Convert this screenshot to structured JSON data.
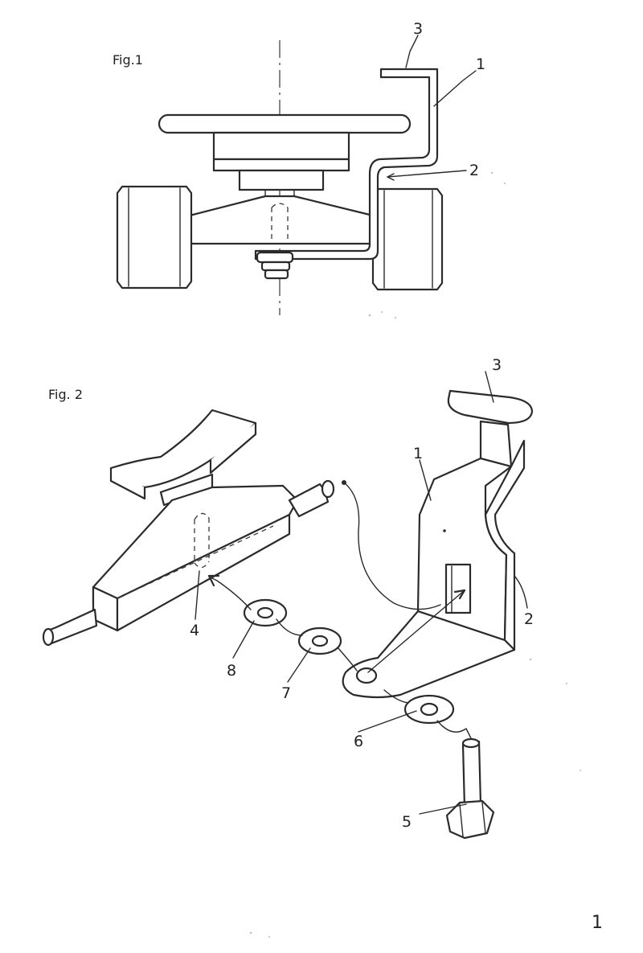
{
  "figures": {
    "fig1": {
      "title": "Fig.1"
    },
    "fig2": {
      "title": "Fig. 2"
    }
  },
  "labels": {
    "fig1": {
      "bracket": "1",
      "bend": "2",
      "grip": "3"
    },
    "fig2": {
      "bracket": "1",
      "bend": "2",
      "grip": "3",
      "pivot_pin": "4",
      "bolt": "5",
      "washer_a": "6",
      "washer_b": "7",
      "washer_c": "8"
    }
  },
  "page_number": "1"
}
